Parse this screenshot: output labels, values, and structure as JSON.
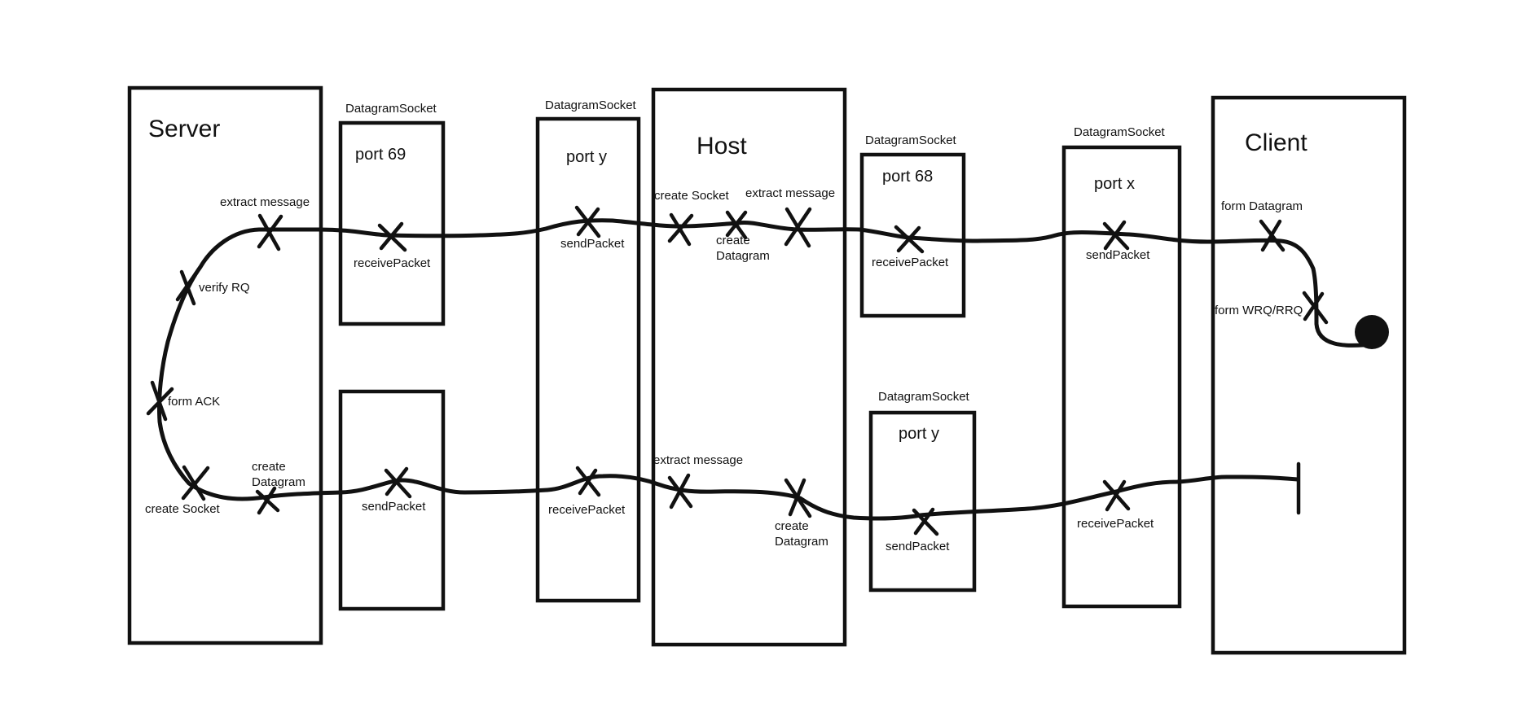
{
  "components": {
    "server": "Server",
    "host": "Host",
    "client": "Client"
  },
  "sockets": {
    "upper_left_heading": "DatagramSocket",
    "upper_left_port": "port 69",
    "upper_mid_heading": "DatagramSocket",
    "upper_mid_port": "port y",
    "upper_right_heading": "DatagramSocket",
    "upper_right_port": "port 68",
    "far_right_heading": "DatagramSocket",
    "far_right_port": "port x",
    "lower_right_heading": "DatagramSocket",
    "lower_right_port": "port y"
  },
  "steps": {
    "extract_message_server": "extract message",
    "verify_rq": "verify RQ",
    "form_ack": "form ACK",
    "create_datagram_server_1": "create",
    "create_datagram_server_2": "Datagram",
    "create_socket_server": "create Socket",
    "receive_packet_69": "receivePacket",
    "send_packet_lower_left": "sendPacket",
    "send_packet_port_y": "sendPacket",
    "receive_packet_port_y": "receivePacket",
    "create_socket_host": "create Socket",
    "create_datagram_host_1": "create",
    "create_datagram_host_2": "Datagram",
    "extract_message_host_top": "extract message",
    "extract_message_host_bottom": "extract message",
    "create_datagram_host_bottom_1": "create",
    "create_datagram_host_bottom_2": "Datagram",
    "receive_packet_68": "receivePacket",
    "send_packet_lower_port_y": "sendPacket",
    "send_packet_port_x": "sendPacket",
    "receive_packet_port_x": "receivePacket",
    "form_datagram_client": "form Datagram",
    "form_wrq_rrq": "form WRQ/RRQ"
  }
}
